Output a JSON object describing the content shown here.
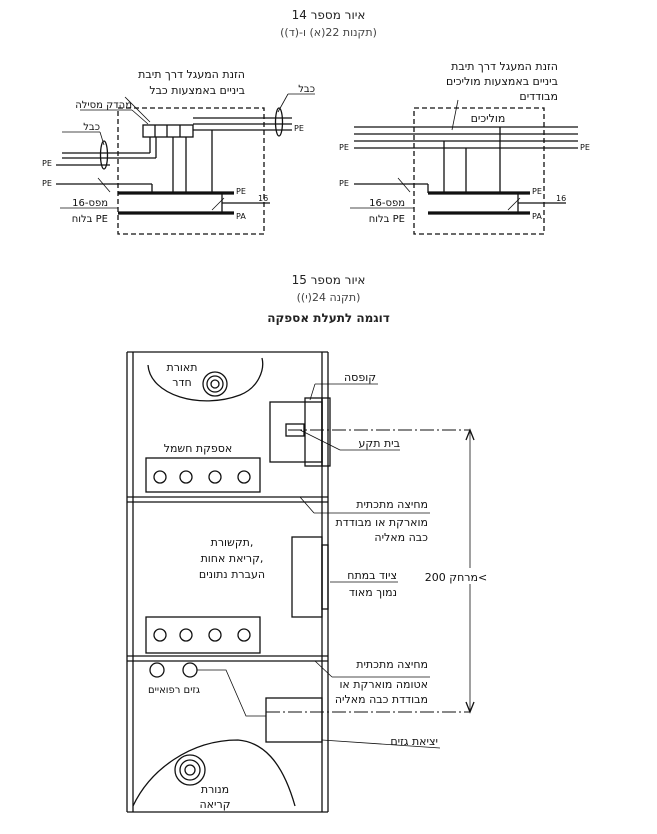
{
  "figure14": {
    "title": "איור מספר 14",
    "subtitle": "(תקנות 22(א) ו-(ד))",
    "left": {
      "note": [
        "הזנת המעגל דרך תיבת",
        "ביניים באמצעות כבל"
      ],
      "cable_top": "כבל",
      "clamp": "מהדק מסילה",
      "cable_left": "כבל",
      "pe1": "PE",
      "pe2": "PE",
      "pe3": "PE",
      "pe4": "PE",
      "pa": "PA",
      "size": "16",
      "fuse": [
        "מפס-16",
        "בלוח PE"
      ]
    },
    "right": {
      "note": [
        "הזנת המעגל דרך תיבת",
        "ביניים באמצעות מוליכים",
        "מבודדים"
      ],
      "conductors": "מוליכים",
      "pe1": "PE",
      "pe2": "PE",
      "pe3": "PE",
      "pa": "PA",
      "size": "16",
      "fuse": [
        "מפס-16",
        "בלוח PE"
      ]
    }
  },
  "figure15": {
    "title": "איור מספר 15",
    "subtitle": "(תקנה 24(י))",
    "heading": "דוגמה לתעלת אספקה",
    "labels": {
      "room_light": [
        "תאורת",
        "חדר"
      ],
      "electric_supply": "אספקת חשמל",
      "comm": [
        "תקשורת,",
        "קריאת אחות,",
        "העברת נתונים"
      ],
      "medical_gases": "גזים רפואיים",
      "reading_lamp": [
        "מנורת",
        "קריאה"
      ],
      "box": "קופסה",
      "socket": "בית תקע",
      "partition1": [
        "מחיצה מתכתית",
        "מוארקת או מבודדת",
        "כבה מאליה"
      ],
      "hv_device": [
        "ציוד במתח",
        "נמוך מאוד"
      ],
      "distance": "מרחק 200<",
      "partition2": [
        "מחיצה מתכתית",
        "אטומה מוארקת או",
        "מבודדת כבה מאליה"
      ],
      "gas_exit": "יציאת גזים"
    }
  }
}
